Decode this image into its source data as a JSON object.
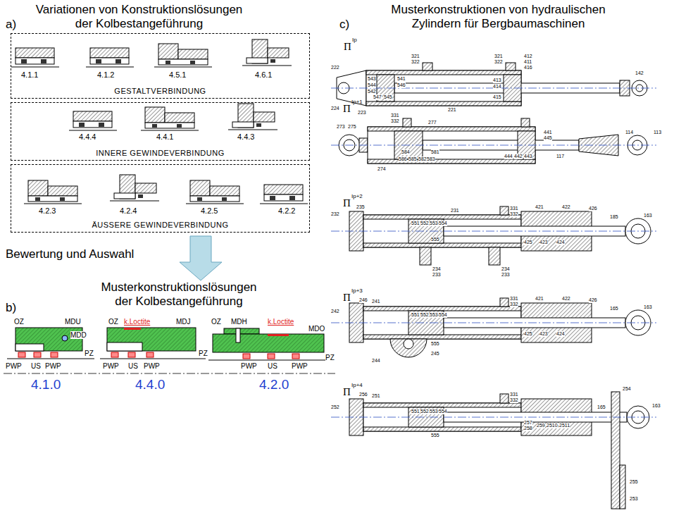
{
  "diagram": {
    "nodes": [
      {
        "text": [
          "GESTALTVERBINDUNG"
        ]
      },
      {
        "text": [
          "INNERE GEWINDEVERBINDUNG"
        ]
      },
      {
        "text": [
          "ÄUSSERE GEWINDEVERBINDUNG"
        ]
      }
    ],
    "labels": [
      "a)",
      "Variationen von Konstruktionslösungen der Kolbestangeführung",
      "4.1.1",
      "4.1.2",
      "4.5.1",
      "4.6.1",
      "4.4.4",
      "4.4.1",
      "4.4.3",
      "4.2.3",
      "4.2.4",
      "4.2.5",
      "4.2.2",
      "Bewertung und Auswahl",
      "b)",
      "Musterkonstruktionslösungen der Kolbestangeführung",
      "OZ",
      "MDU",
      "MDD",
      "PZ",
      "PWP",
      "US",
      "PWP",
      "4.1.0",
      "OZ",
      "k.Loctite",
      "MDJ",
      "PZ",
      "PWP",
      "US",
      "PWP",
      "4.4.0",
      "OZ",
      "MDH",
      "k.Loctite",
      "MDO",
      "PZ",
      "PWP",
      "US",
      "PWP",
      "4.2.0",
      "c)",
      "Musterkonstruktionen von hydraulischen Zylindern für Bergbaumaschinen",
      "Π",
      "Ip",
      "321",
      "322",
      "321",
      "322",
      "412",
      "411",
      "416",
      "142",
      "222",
      "224",
      "223",
      "221",
      "543",
      "544",
      "542",
      "541",
      "546",
      "547",
      "545",
      "413",
      "414",
      "415",
      "Π",
      "Ip+1",
      "273",
      "275",
      "331",
      "332",
      "277",
      "441",
      "445",
      "117",
      "114",
      "113",
      "274",
      "584",
      "581",
      "586",
      "585",
      "582",
      "583",
      "444",
      "442",
      "443",
      "Π",
      "Ip+2",
      "232",
      "235",
      "551",
      "552",
      "553",
      "554",
      "231",
      "331",
      "332",
      "421",
      "422",
      "426",
      "185",
      "163",
      "555",
      "425",
      "423",
      "424",
      "234",
      "233",
      "234",
      "233",
      "Π",
      "Ip+3",
      "242",
      "246",
      "241",
      "551",
      "552",
      "553",
      "554",
      "331",
      "332",
      "421",
      "422",
      "426",
      "165",
      "163",
      "425",
      "423",
      "424",
      "555",
      "244",
      "245",
      "Π",
      "Ip+4",
      "252",
      "256",
      "251",
      "551",
      "552",
      "553",
      "554",
      "331",
      "332",
      "254",
      "165",
      "163",
      "257",
      "258",
      "259",
      "2510",
      "2511",
      "555",
      "255",
      "253"
    ]
  }
}
